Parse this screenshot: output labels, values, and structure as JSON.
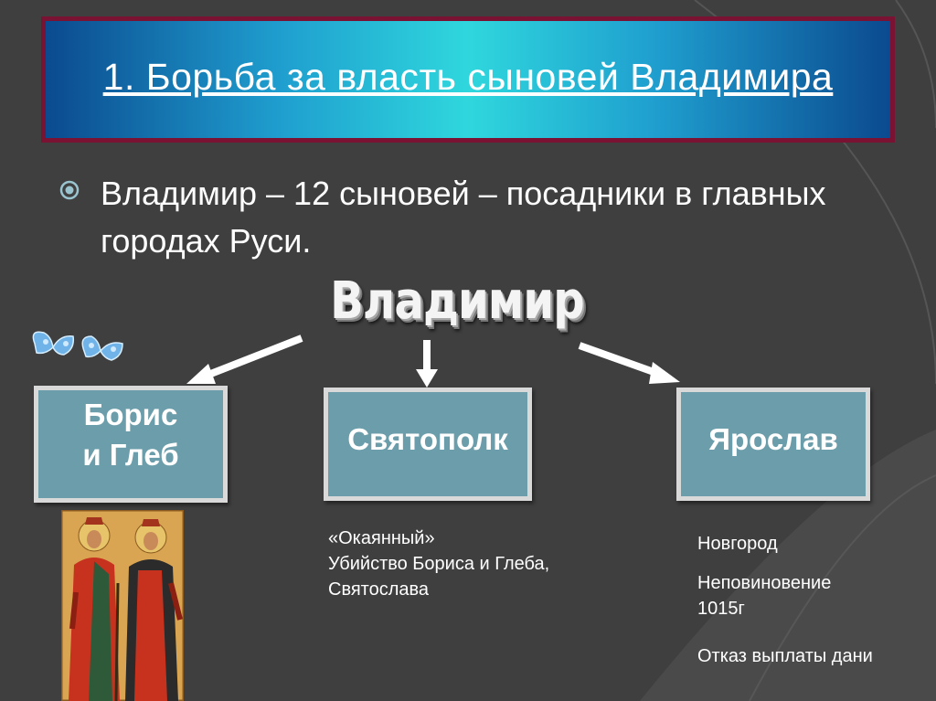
{
  "slide": {
    "title": "1. Борьба за власть сыновей Владимира",
    "bullet_text": "Владимир – 12 сыновей – посадники в главных городах Руси.",
    "root_label": "Владимир"
  },
  "boxes": {
    "boris_line1": "Борис",
    "boris_line2": "и Глеб",
    "svyatopolk": "Святополк",
    "yaroslav": "Ярослав"
  },
  "notes": {
    "svyatopolk_line1": "«Окаянный»",
    "svyatopolk_line2": "Убийство Бориса и Глеба,",
    "svyatopolk_line3": "Святослава",
    "novgorod": "Новгород",
    "disobey_line1": "Неповиновение",
    "disobey_line2": "1015г",
    "tribute": "Отказ выплаты дани"
  },
  "icons": {
    "bullet": "circle-bullet-icon",
    "decoration": "butterflies-icon",
    "image": "saints-icon-image"
  },
  "colors": {
    "background": "#3f3f3f",
    "title_border": "#7a1233",
    "box_fill": "#6c9daa",
    "box_border": "#d9d9d9",
    "text": "#ffffff"
  }
}
